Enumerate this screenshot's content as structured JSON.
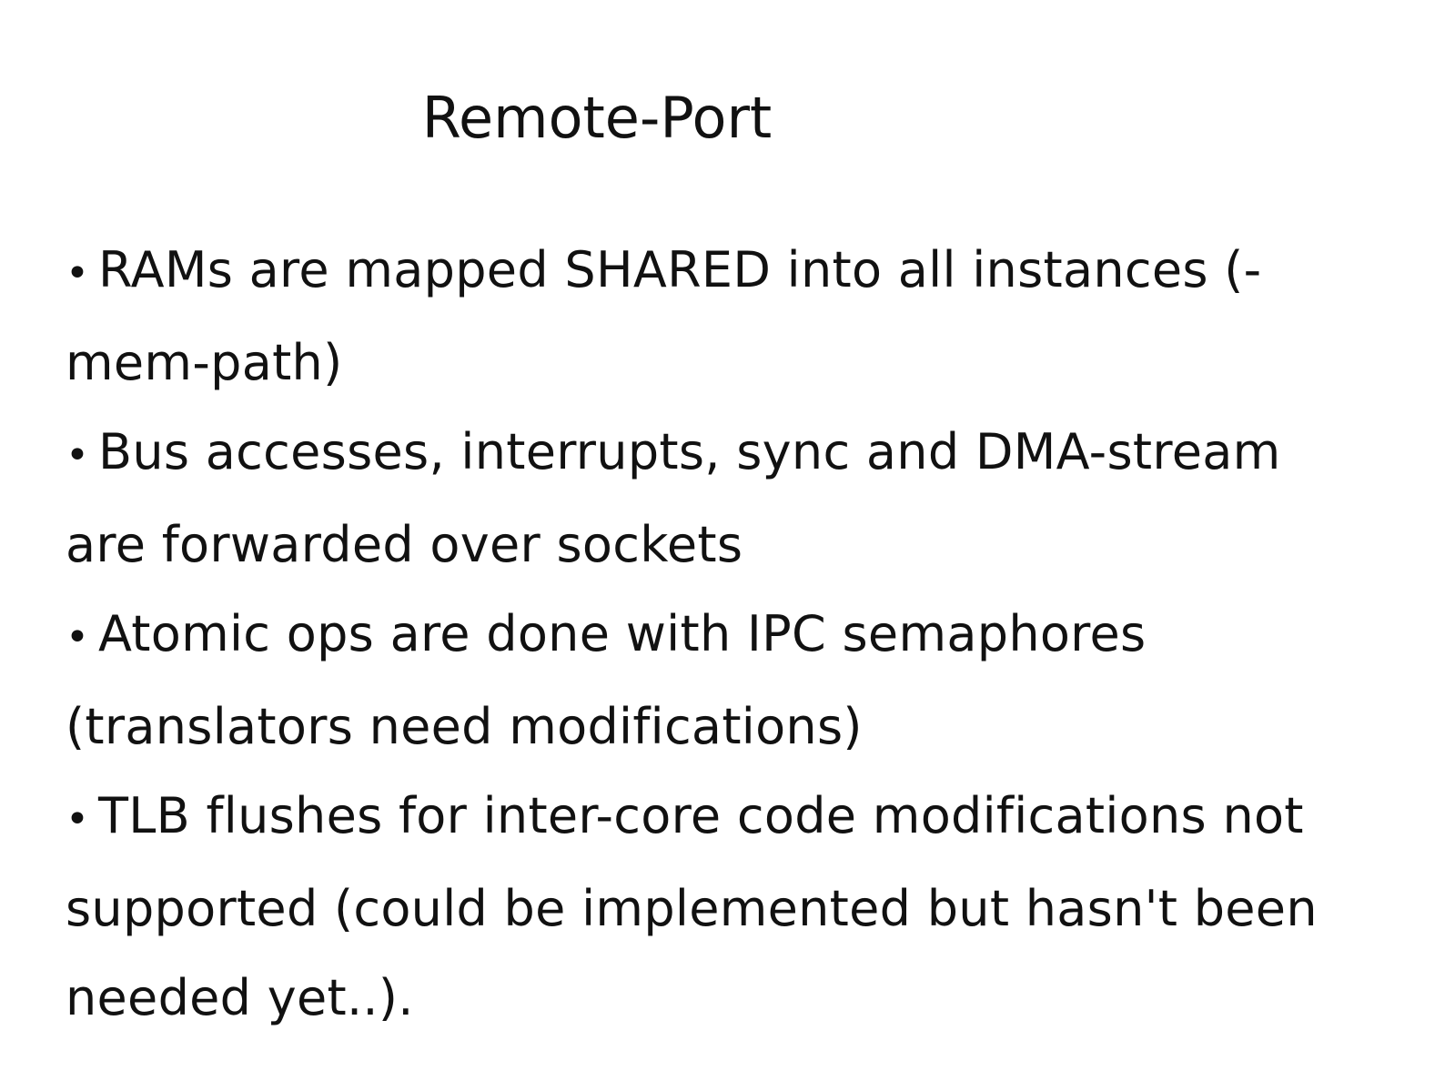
{
  "slide": {
    "title": "Remote-Port",
    "bullet_glyph": "•",
    "bullets": [
      "RAMs are mapped SHARED into all instances (-mem-path)",
      "Bus accesses, interrupts, sync and DMA-stream are forwarded over sockets",
      "Atomic ops are done with IPC semaphores (translators need modifications)",
      "TLB flushes for inter-core code modifications not supported (could be implemented but hasn't been needed yet..)."
    ]
  }
}
